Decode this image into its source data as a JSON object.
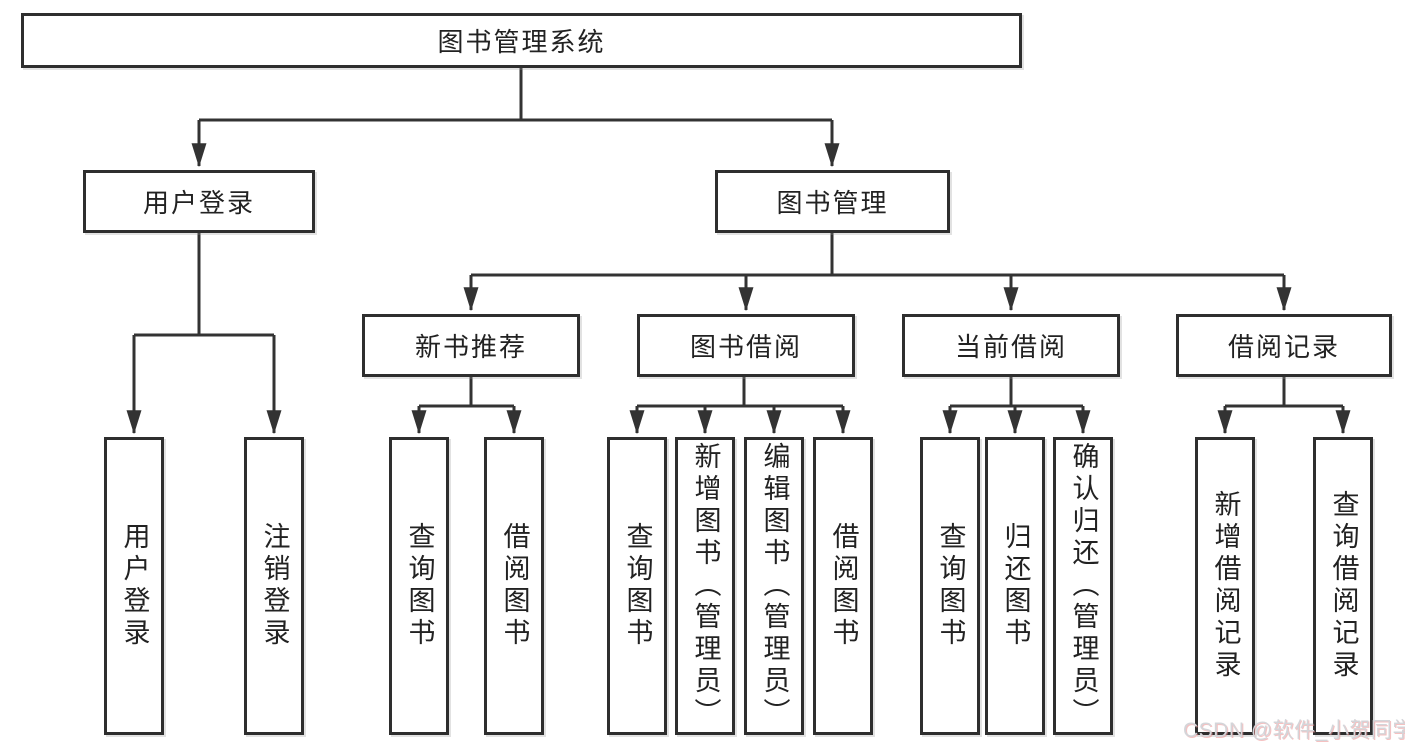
{
  "title": "图书管理系统",
  "nodes": {
    "root": "图书管理系统",
    "branches": [
      "用户登录",
      "图书管理"
    ],
    "sections": [
      "新书推荐",
      "图书借阅",
      "当前借阅",
      "借阅记录"
    ],
    "leaves": [
      "用户登录",
      "注销登录",
      "查询图书",
      "借阅图书",
      "查询图书",
      "新增图书（管理员）",
      "编辑图书（管理员）",
      "借阅图书",
      "查询图书",
      "归还图书",
      "确认归还（管理员）",
      "新增借阅记录",
      "查询借阅记录"
    ]
  },
  "structure": [
    {
      "parent": "图书管理系统",
      "children": [
        "用户登录",
        "图书管理"
      ]
    },
    {
      "parent": "用户登录",
      "children": [
        "用户登录",
        "注销登录"
      ]
    },
    {
      "parent": "图书管理",
      "children": [
        "新书推荐",
        "图书借阅",
        "当前借阅",
        "借阅记录"
      ]
    },
    {
      "parent": "新书推荐",
      "children": [
        "查询图书",
        "借阅图书"
      ]
    },
    {
      "parent": "图书借阅",
      "children": [
        "查询图书",
        "新增图书（管理员）",
        "编辑图书（管理员）",
        "借阅图书"
      ]
    },
    {
      "parent": "当前借阅",
      "children": [
        "查询图书",
        "归还图书",
        "确认归还（管理员）"
      ]
    },
    {
      "parent": "借阅记录",
      "children": [
        "新增借阅记录",
        "查询借阅记录"
      ]
    }
  ],
  "watermark": {
    "text": "CSDN @软件_小贺同学"
  },
  "colors": {
    "line": "#333333",
    "border": "#2e2e2e",
    "text": "#222222",
    "background": "#ffffff",
    "watermark": "#d4d5d9"
  }
}
